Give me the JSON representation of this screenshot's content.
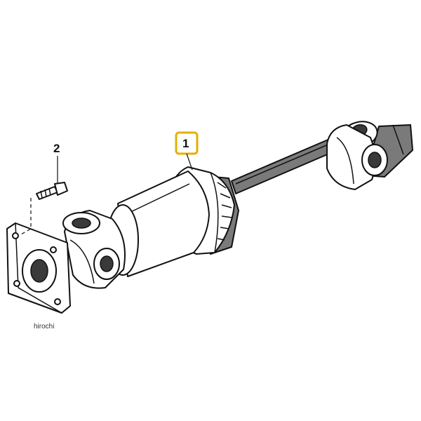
{
  "callouts": {
    "part_1": {
      "label": "1",
      "highlight_color": "#e3b000"
    },
    "part_2": {
      "label": "2"
    }
  },
  "watermark": "hirochi"
}
